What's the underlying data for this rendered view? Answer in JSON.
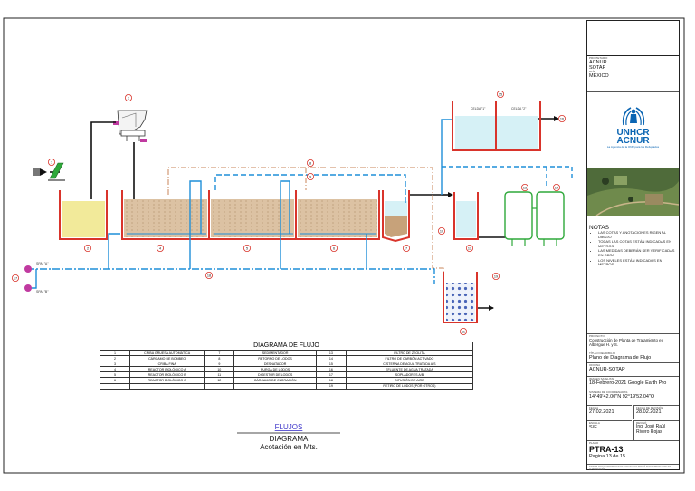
{
  "titleblock": {
    "owner_label": "PROPIETARIO",
    "owner_line1": "ACNUR",
    "owner_line2": "SOTAP",
    "country_label": "PAÍS",
    "country": "MÉXICO",
    "logo_line1": "UNHCR",
    "logo_line2": "ACNUR",
    "logo_tagline": "La Agencia de la ONU para los Refugiados",
    "notes_title": "NOTAS",
    "notes": [
      "LAS COTAS Y ANOTACIONES RIGEN AL DIBUJO",
      "TODAS LAS COTAS ESTÁN INDICADAS EN METROS",
      "LAS MEDIDAS DEBERÁN SER VERIFICADAS EN OBRA",
      "LOS NIVELES ESTÁN INDICADOS EN METROS"
    ],
    "project_label": "PROYECTO",
    "project": "Construcción de Planta de Tratamiento en Albergue H. y S.",
    "drawing_label": "TÍTULO DEL DIBUJO",
    "drawing_title": "Plano de Diagrama de Flujo",
    "author_label": "OFICINA",
    "author": "ACNUR-SOTAP",
    "source_label": "IMAGEN SATELITAL",
    "source": "18-Febrero-2021 Google Earth Pro",
    "coords_label": "SISTEMA DE COORDENADAS",
    "coords": "14°49'42.00\"N   92°19'52.04\"O",
    "date_label": "FECHA",
    "date": "27.02.2021",
    "rev_date_label": "FECHA DE REVISIÓN",
    "rev_date": "28.02.2021",
    "scale_label": "ESCALA",
    "scale": "S/E",
    "reviewer_label": "REVISÓ",
    "reviewer": "Ing. José Raúl Rivero Rojas",
    "sheet_label": "PLANO",
    "sheet_code": "PTRA-13",
    "page": "Pagina 13 de 15",
    "footer": "ESTE PLANO ES PROPIEDAD DE ACNUR Y NO PODRÁ SER REPRODUCIDO SIN AUTORIZACIÓN"
  },
  "legend": {
    "title": "DIAGRAMA DE FLUJO",
    "rows": [
      [
        "1",
        "CRIBA GRUESA AUTOMÁTICA",
        "7",
        "SEDIMENTADOR",
        "13",
        "FILTRO DE ZEOLITA"
      ],
      [
        "2",
        "CÁRCAMO DE BOMBEO",
        "8",
        "RETORNO DE LODOS",
        "14",
        "FILTRO DE CARBÓN ACTIVADO"
      ],
      [
        "3",
        "CRIBA FINA",
        "9",
        "DESNATADOR",
        "15",
        "CISTERNA DE AGUA TRATADA A.S"
      ],
      [
        "4",
        "REACTOR BIOLÓGICO A",
        "10",
        "PURGA DE LODOS",
        "16",
        "EFLUENTE DE AGUA TRATADA"
      ],
      [
        "5",
        "REACTOR BIOLÓGICO B",
        "11",
        "DIGESTOR DE LODOS",
        "17",
        "SOPLADORES A/B"
      ],
      [
        "6",
        "REACTOR BIOLÓGICO C",
        "12",
        "CÁRCAMO DE CLORACIÓN",
        "18",
        "DIFUSIÓN DE AIRE"
      ],
      [
        "",
        "",
        "",
        "",
        "19",
        "RETIRO DE LODOS (POR OTROS)"
      ]
    ]
  },
  "diagram": {
    "flujos": "FLUJOS",
    "subtitle": "DIAGRAMA",
    "units": "Acotación en Mts.",
    "blower_a": "SPA. \"A\"",
    "blower_b": "SPA. \"B\"",
    "cell_1": "CELDA \"1\"",
    "cell_2": "CELDA \"2\"",
    "markers": [
      "1",
      "2",
      "3",
      "4",
      "5",
      "6",
      "7",
      "8",
      "9",
      "10",
      "11",
      "12",
      "13",
      "14",
      "15",
      "16",
      "17",
      "18",
      "19"
    ]
  },
  "colors": {
    "tank_wall": "#d9342b",
    "pipe_black": "#111111",
    "air_line": "#1e8fd8",
    "return_line": "#c8845a",
    "marker": "#d9342b",
    "blower": "#c03aa0",
    "sludge": "#c7a27a",
    "screen_fill": "#f2ea9a",
    "water": "#d6f1f6",
    "filter_green": "#2ea83a",
    "unhcr_blue": "#0a65b3"
  }
}
